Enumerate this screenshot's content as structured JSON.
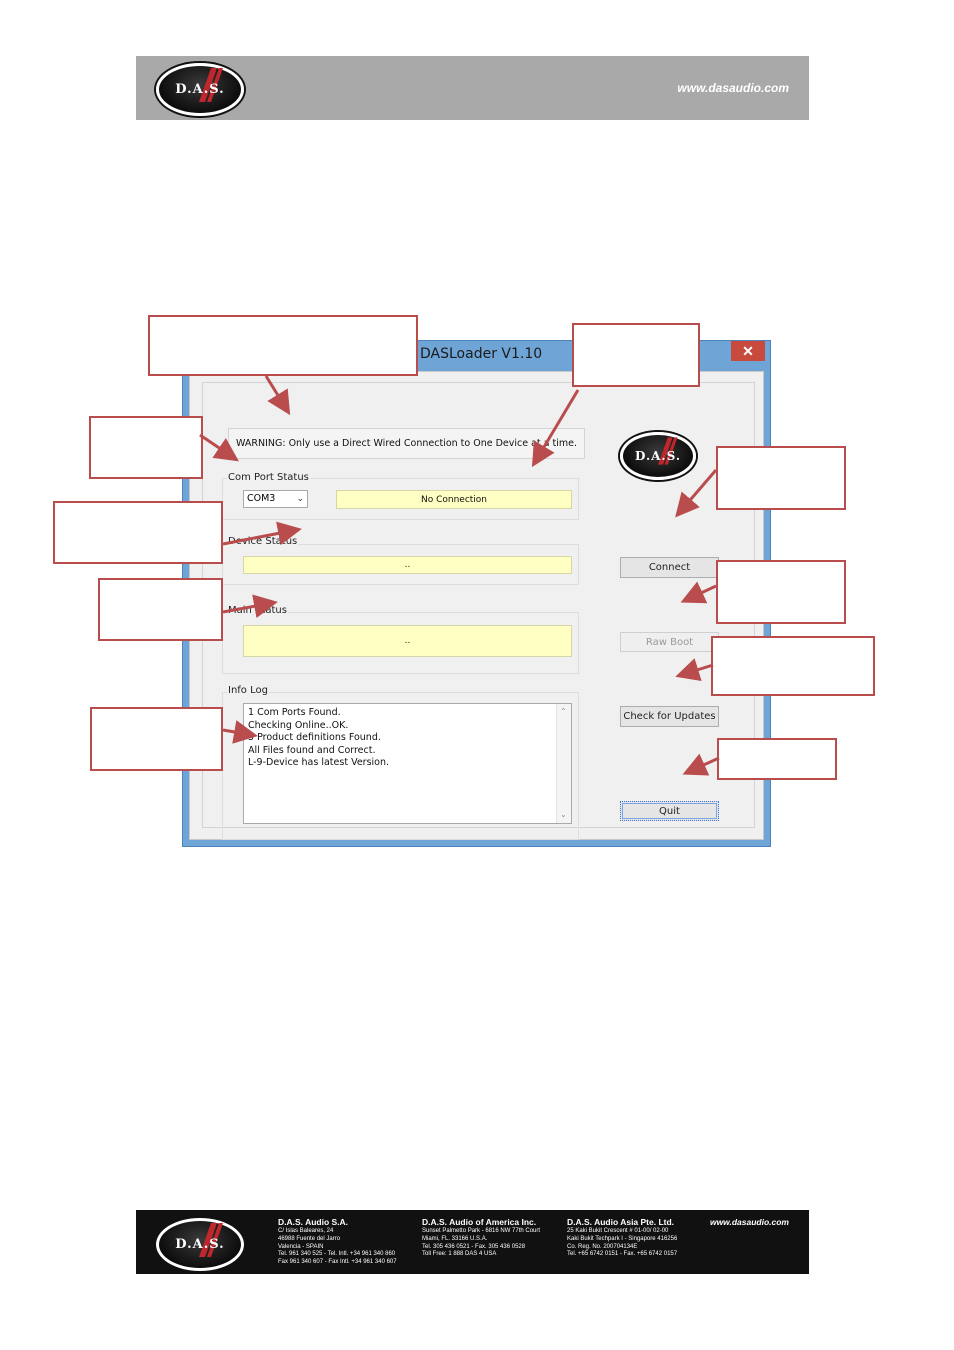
{
  "header": {
    "logo_text": "D.A.S.",
    "url": "www.dasaudio.com"
  },
  "window": {
    "title": "DASLoader V1.10",
    "close_glyph": "✕",
    "warning": "WARNING: Only use a Direct Wired Connection to One Device at a time.",
    "logo_text": "D.A.S.",
    "com_port": {
      "label": "Com Port Status",
      "selected": "COM3",
      "status": "No Connection"
    },
    "device_status": {
      "label": "Device Status",
      "value": ".."
    },
    "main_status": {
      "label": "Main Status",
      "value": ".."
    },
    "info_log": {
      "label": "Info Log",
      "lines": [
        "1 Com Ports Found.",
        "Checking Online..OK.",
        "5 Product definitions Found.",
        "All Files found and Correct.",
        "L-9-Device has latest Version."
      ]
    },
    "buttons": {
      "connect": "Connect",
      "raw_boot": "Raw Boot",
      "check_updates": "Check for Updates",
      "quit": "Quit"
    }
  },
  "icons": {
    "close": "close-icon",
    "dropdown": "chevron-down-icon",
    "scroll_up": "scroll-up-icon",
    "scroll_down": "scroll-down-icon"
  },
  "colors": {
    "annotation": "#b94d4d",
    "field_background": "#ffffc4",
    "window_border": "#6fa5d6",
    "close_button": "#c74a3d"
  },
  "footer": {
    "logo_text": "D.A.S.",
    "url": "www.dasaudio.com",
    "offices": [
      {
        "name": "D.A.S. Audio S.A.",
        "lines": [
          "C/ Islas Baleares, 24",
          "46988 Fuente del Jarro",
          "Valencia - SPAIN",
          "Tel. 961 340 525 - Tel. Intl. +34 961 340 860",
          "Fax 961 340 607 - Fax Intl. +34 961 340 607"
        ]
      },
      {
        "name": "D.A.S. Audio of America Inc.",
        "lines": [
          "Sunset Palmetto Park - 6816 NW 77th Court",
          "Miami, FL. 33166 U.S.A.",
          "Tel. 305 436 0521 - Fax. 305 436 0528",
          "Toll Free: 1 888 DAS 4 USA"
        ]
      },
      {
        "name": "D.A.S. Audio Asia Pte. Ltd.",
        "lines": [
          "25 Kaki Bukit Crescent # 01-00/ 02-00",
          "Kaki Bukit Techpark I - Singapore 416256",
          "Co. Reg. No. 200704134E",
          "Tel. +65 6742 0151 - Fax. +65 6742 0157"
        ]
      }
    ]
  }
}
